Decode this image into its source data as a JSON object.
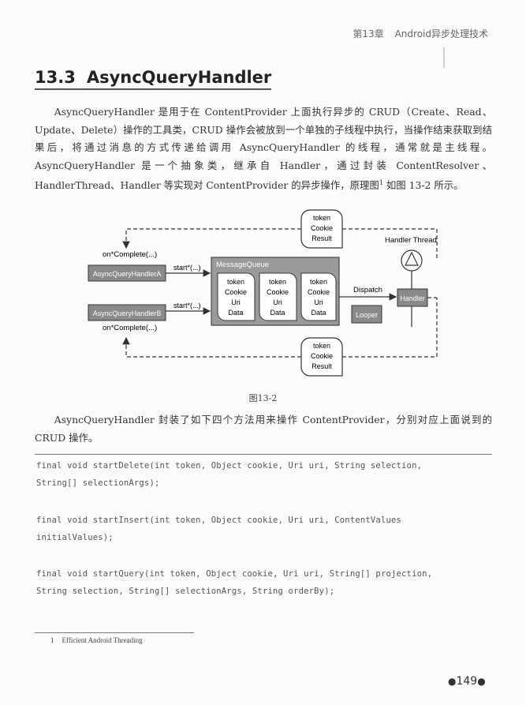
{
  "header": {
    "chapter": "第13章",
    "title": "Android异步处理技术"
  },
  "section": {
    "number": "13.3",
    "title": "AsyncQueryHandler"
  },
  "paragraph1": "AsyncQueryHandler 是用于在 ContentProvider 上面执行异步的 CRUD（Create、Read、Update、Delete）操作的工具类，CRUD 操作会被放到一个单独的子线程中执行，当操作结束获取到结果后，将通过消息的方式传递给调用 AsyncQueryHandler 的线程，通常就是主线程。AsyncQueryHandler 是一个抽象类，继承自 Handler，通过封装 ContentResolver、HandlerThread、Handler 等实现对 ContentProvider 的异步操作，原理图",
  "paragraph1_sup": "1",
  "paragraph1_tail": " 如图 13-2 所示。",
  "figure": {
    "oncomplete_top": "on*Complete(...)",
    "oncomplete_bottom": "on*Complete(...)",
    "handler_a": "AsyncQueryHandlerA",
    "handler_b": "AsyncQueryHandlerB",
    "start_a": "start*(...)",
    "start_b": "start*(...)",
    "message_queue": "MessageQueue",
    "msg_lines": [
      "token",
      "Cookie",
      "Uri",
      "Data"
    ],
    "result_lines": [
      "token",
      "Cookie",
      "Result"
    ],
    "dispatch": "Dispatch",
    "handler": "Handler",
    "handler_thread": "Handler Thread",
    "looper": "Looper"
  },
  "caption": "图13-2",
  "paragraph2": "AsyncQueryHandler 封装了如下四个方法用来操作 ContentProvider，分别对应上面说到的 CRUD 操作。",
  "code": {
    "block1": "final void startDelete(int token, Object cookie, Uri uri, String selection,\nString[] selectionArgs);",
    "block2": "final void startInsert(int token, Object cookie, Uri uri, ContentValues\ninitialValues);",
    "block3": "final void startQuery(int token, Object cookie, Uri uri, String[] projection,\nString selection, String[] selectionArgs, String orderBy);"
  },
  "footnote": {
    "number": "1",
    "text": "Efficient Android Threading"
  },
  "page_number": "149"
}
